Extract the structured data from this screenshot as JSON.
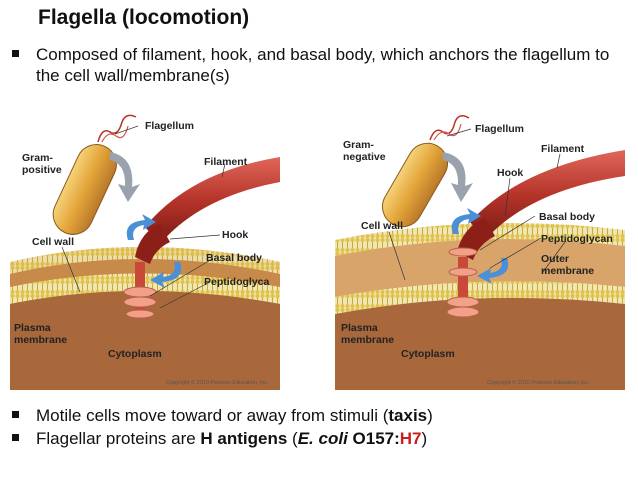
{
  "title": "Flagella (locomotion)",
  "bullets": {
    "b1": "Composed of filament, hook, and basal body, which anchors the flagellum to the cell wall/membrane(s)",
    "b2_pre": "Motile cells move toward or away from stimuli (",
    "b2_bold": "taxis",
    "b2_post": ")",
    "b3_pre": "Flagellar proteins are ",
    "b3_bold": "H antigens",
    "b3_mid": " (",
    "b3_italic": "E. coli",
    "b3_strain": " O157:",
    "b3_red": "H7",
    "b3_post": ")"
  },
  "figure_left": {
    "labels": {
      "flagellum": "Flagellum",
      "gram1": "Gram-",
      "gram2": "positive",
      "filament": "Filament",
      "cell_wall": "Cell wall",
      "hook": "Hook",
      "basal_body": "Basal body",
      "peptidoglycan": "Peptidoglyca",
      "plasma1": "Plasma",
      "plasma2": "membrane",
      "cytoplasm": "Cytoplasm"
    },
    "copyright": "Copyright © 2010 Pearson Education, Inc."
  },
  "figure_right": {
    "labels": {
      "flagellum": "Flagellum",
      "gram1": "Gram-",
      "gram2": "negative",
      "filament": "Filament",
      "hook": "Hook",
      "cell_wall": "Cell wall",
      "basal_body": "Basal body",
      "peptidoglycan": "Peptidoglycan",
      "outer1": "Outer",
      "outer2": "membrane",
      "plasma1": "Plasma",
      "plasma2": "membrane",
      "cytoplasm": "Cytoplasm"
    },
    "copyright": "Copyright © 2010 Pearson Education, Inc."
  },
  "colors": {
    "filament": "#b5342a",
    "cell_body": "#e8b43a",
    "membrane_band": "#c88a4a",
    "cytoplasm": "#a8683c",
    "bilayer": "#e9d36a",
    "arrow": "#4b8fd6",
    "bullet_red": "#cc1e1e"
  }
}
